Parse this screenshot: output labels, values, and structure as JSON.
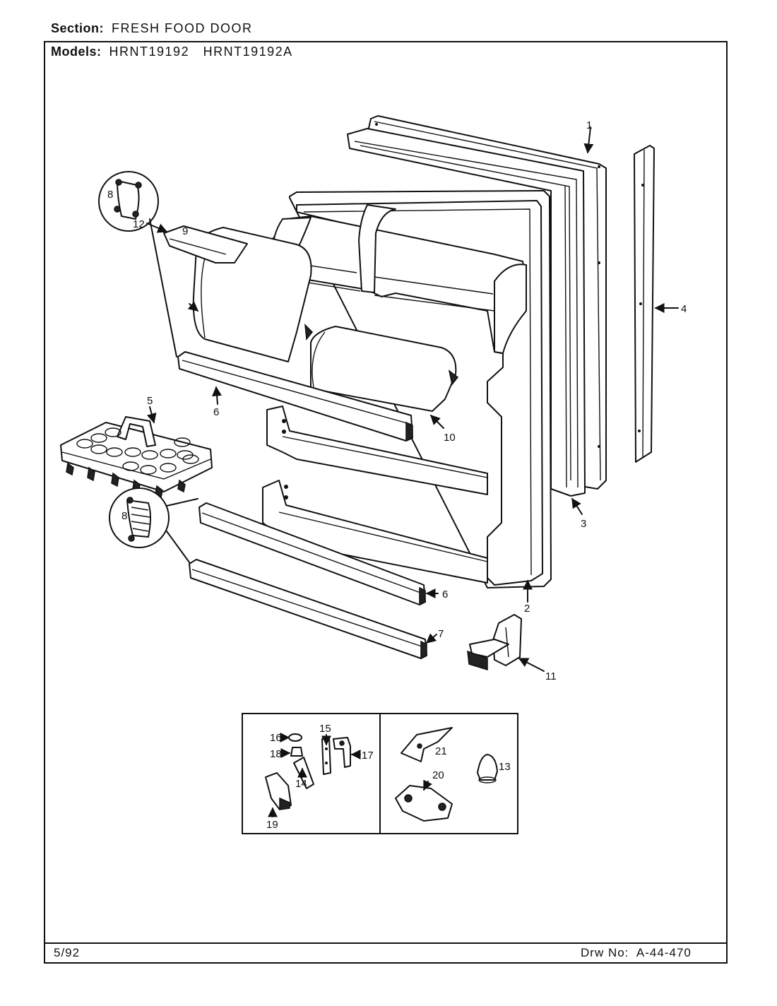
{
  "header": {
    "section_label": "Section:",
    "section_value": "FRESH FOOD DOOR",
    "models_label": "Models:",
    "models_value": "HRNT19192   HRNT19192A"
  },
  "footer": {
    "date": "5/92",
    "drawing_label": "Drw No:",
    "drawing_number": "A-44-470"
  },
  "callouts": {
    "c1": "1",
    "c2": "2",
    "c3": "3",
    "c4": "4",
    "c5": "5",
    "c6a": "6",
    "c6b": "6",
    "c7": "7",
    "c8a": "8",
    "c8b": "8",
    "c9": "9",
    "c10": "10",
    "c11": "11",
    "c12": "12",
    "c13": "13",
    "c14": "14",
    "c15": "15",
    "c16": "16",
    "c17": "17",
    "c18": "18",
    "c19": "19",
    "c20": "20",
    "c21": "21"
  }
}
